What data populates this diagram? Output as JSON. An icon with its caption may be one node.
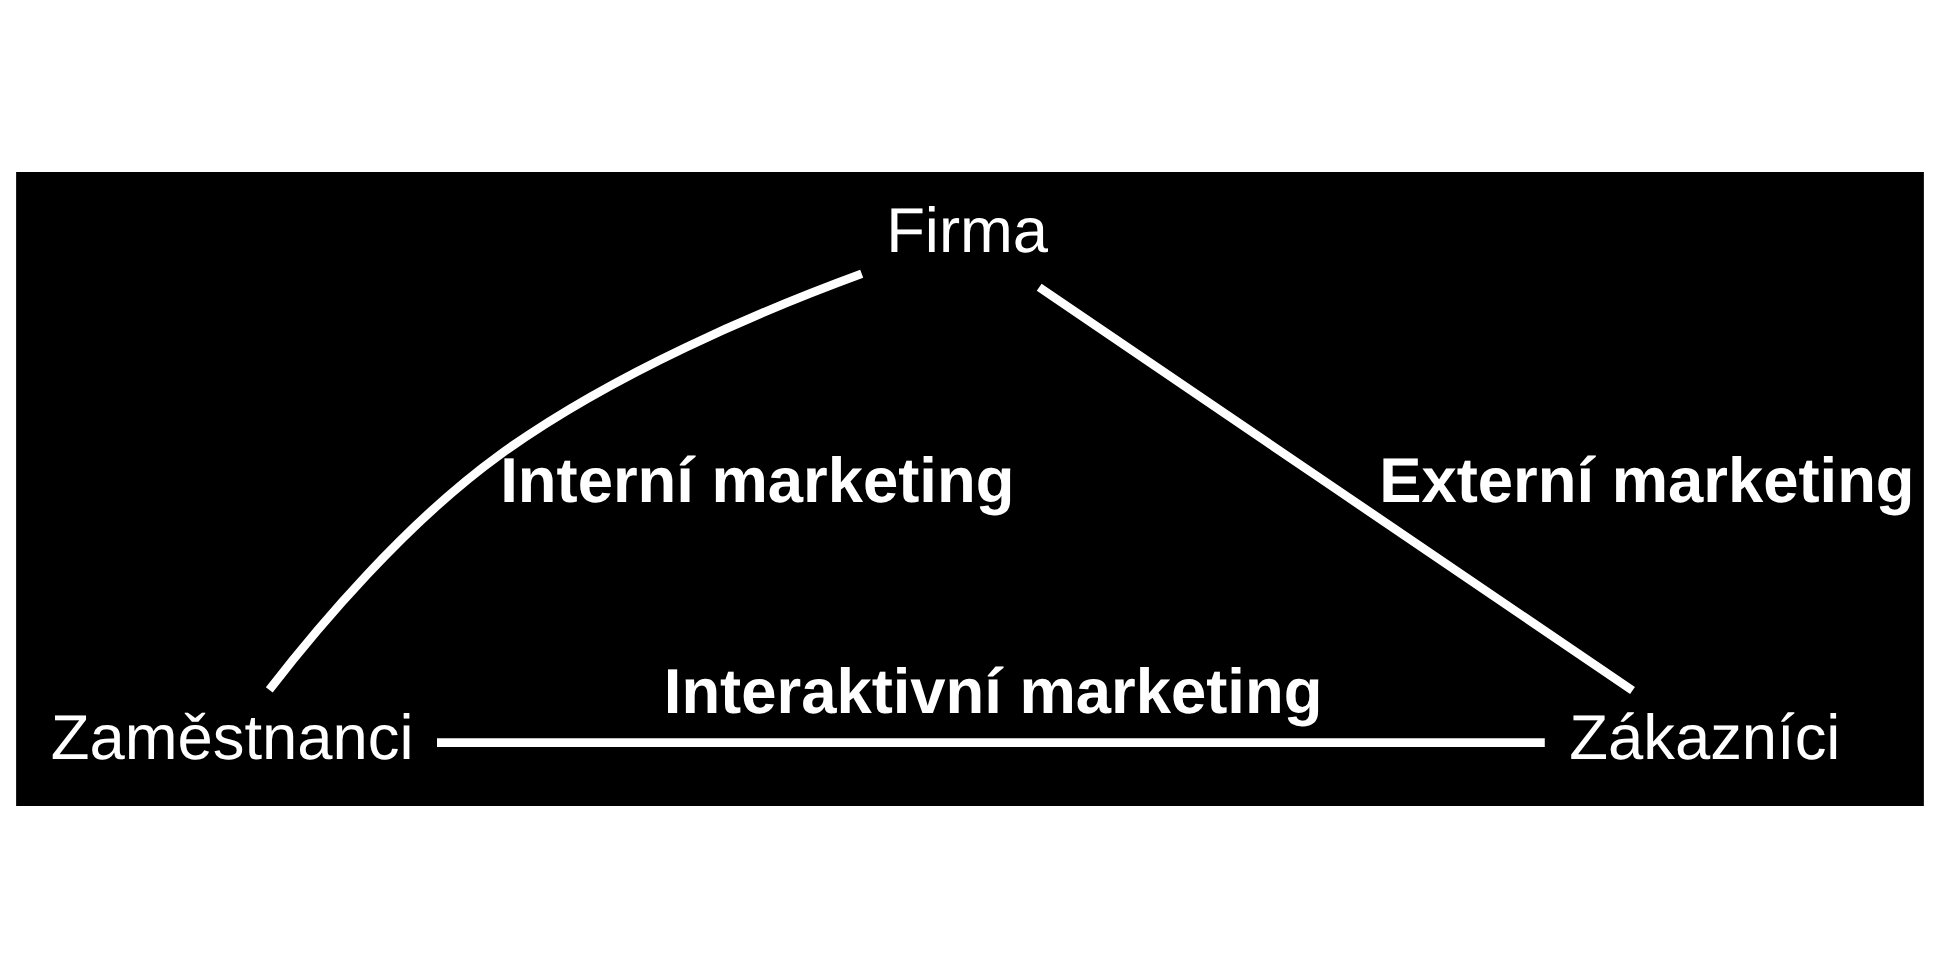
{
  "diagram": {
    "nodes": [
      {
        "text": [
          "Firma"
        ]
      },
      {
        "text": [
          "Zaměstnanci"
        ]
      },
      {
        "text": [
          "Zákazníci"
        ]
      }
    ],
    "edges": [
      {
        "from": 0,
        "to": 1,
        "arrow": "none",
        "label": "Interní marketing"
      },
      {
        "from": 0,
        "to": 2,
        "arrow": "none",
        "label": "Externí marketing"
      },
      {
        "from": 1,
        "to": 2,
        "arrow": "none",
        "label": "Interaktivní marketing"
      }
    ]
  }
}
